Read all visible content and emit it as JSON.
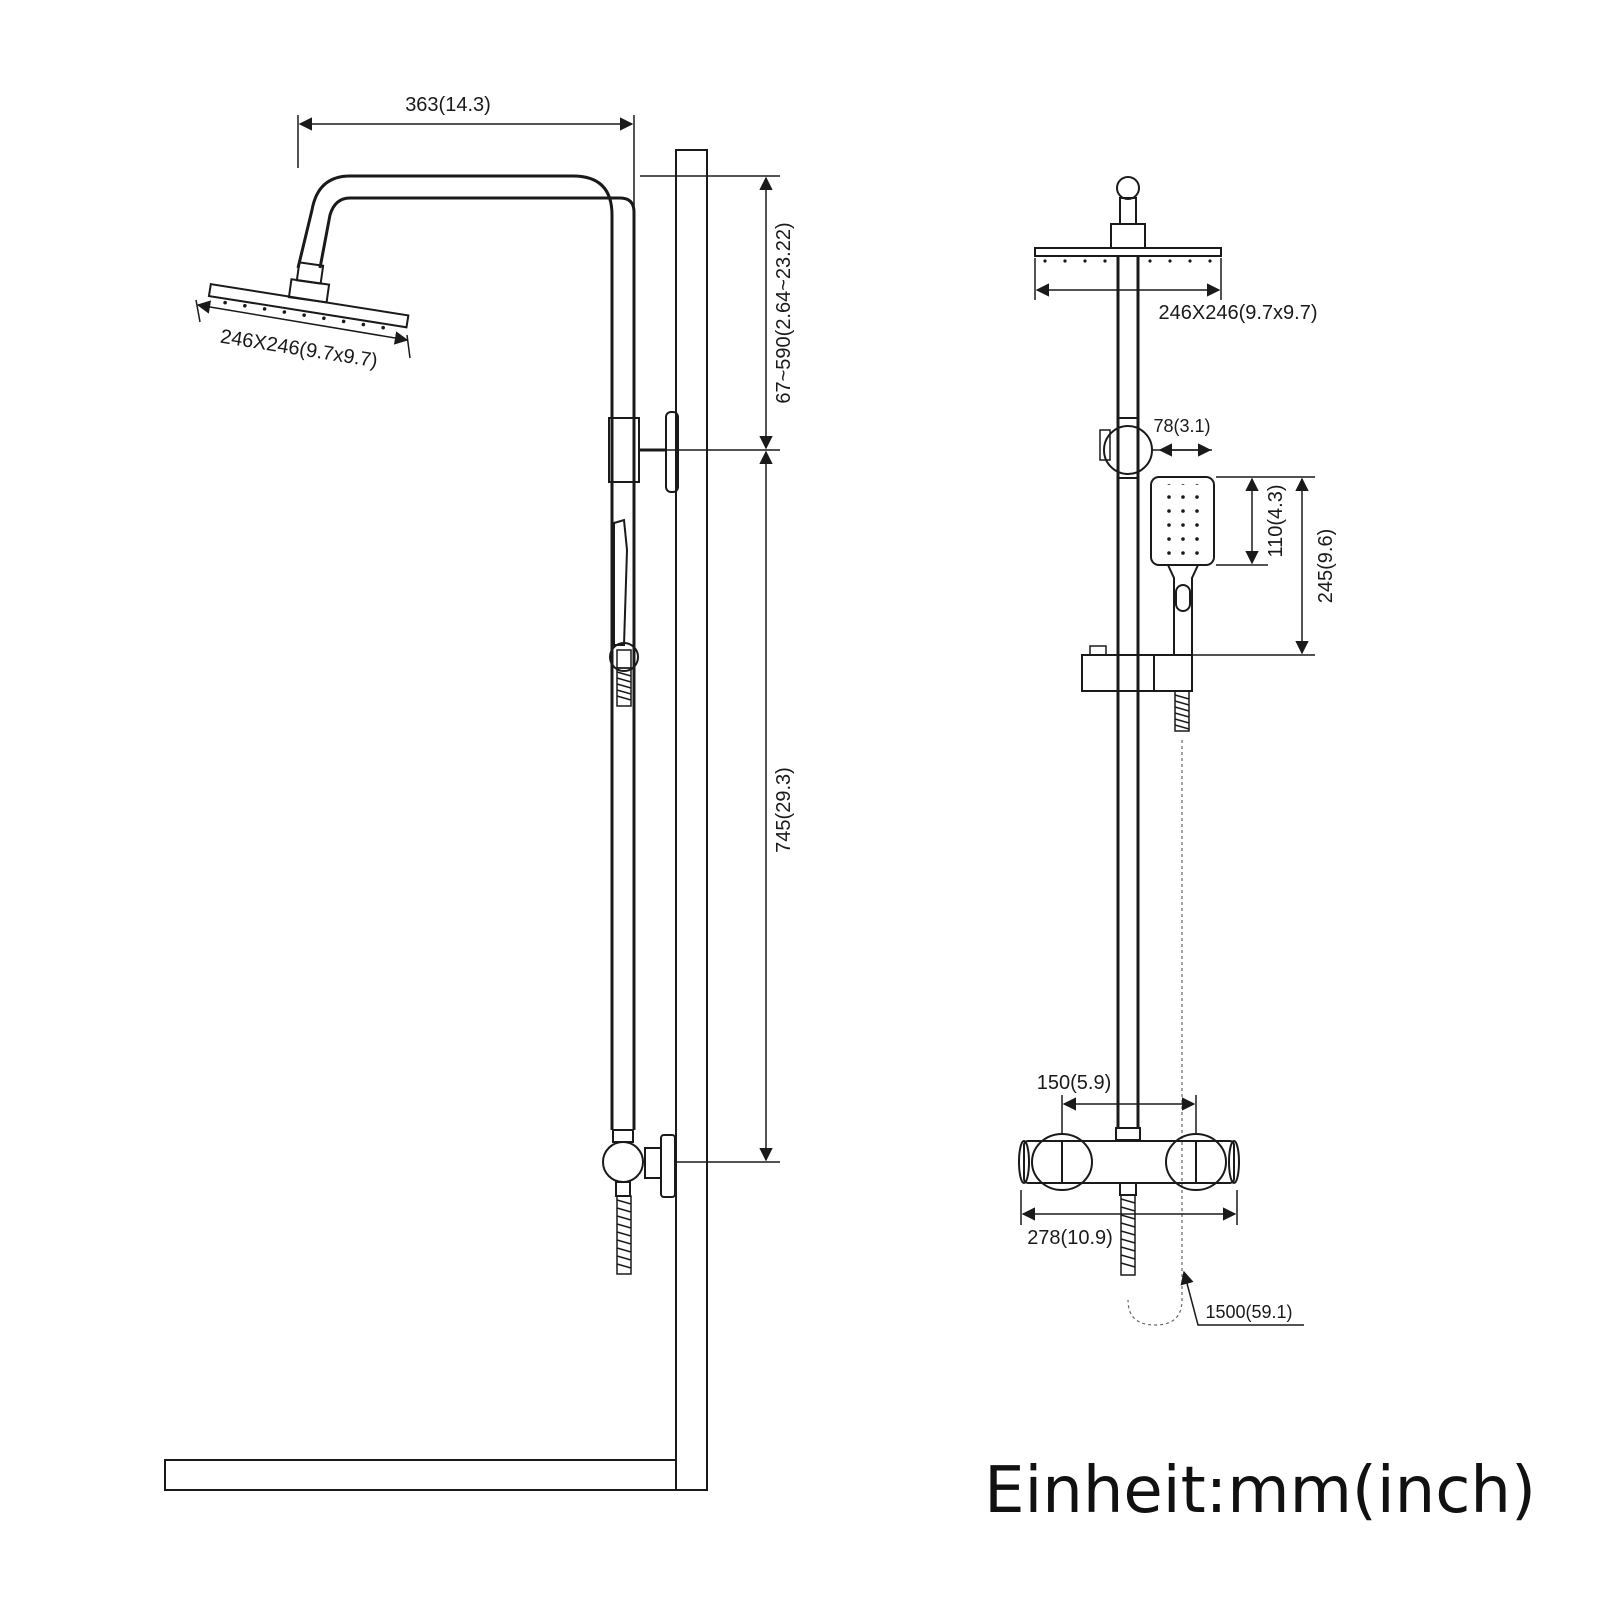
{
  "side_view": {
    "head_size": "246X246(9.7x9.7)",
    "arm_length": "363(14.3)",
    "height_adjust": "67~590(2.64~23.22)",
    "bracket_spacing": "745(29.3)"
  },
  "front_view": {
    "head_size": "246X246(9.7x9.7)",
    "bracket_offset": "78(3.1)",
    "handshower_face": "110(4.3)",
    "handshower_length": "245(9.6)",
    "inlet_spacing": "150(5.9)",
    "mixer_width": "278(10.9)",
    "hose_length": "1500(59.1)"
  },
  "unit_label": "Einheit:mm(inch)"
}
